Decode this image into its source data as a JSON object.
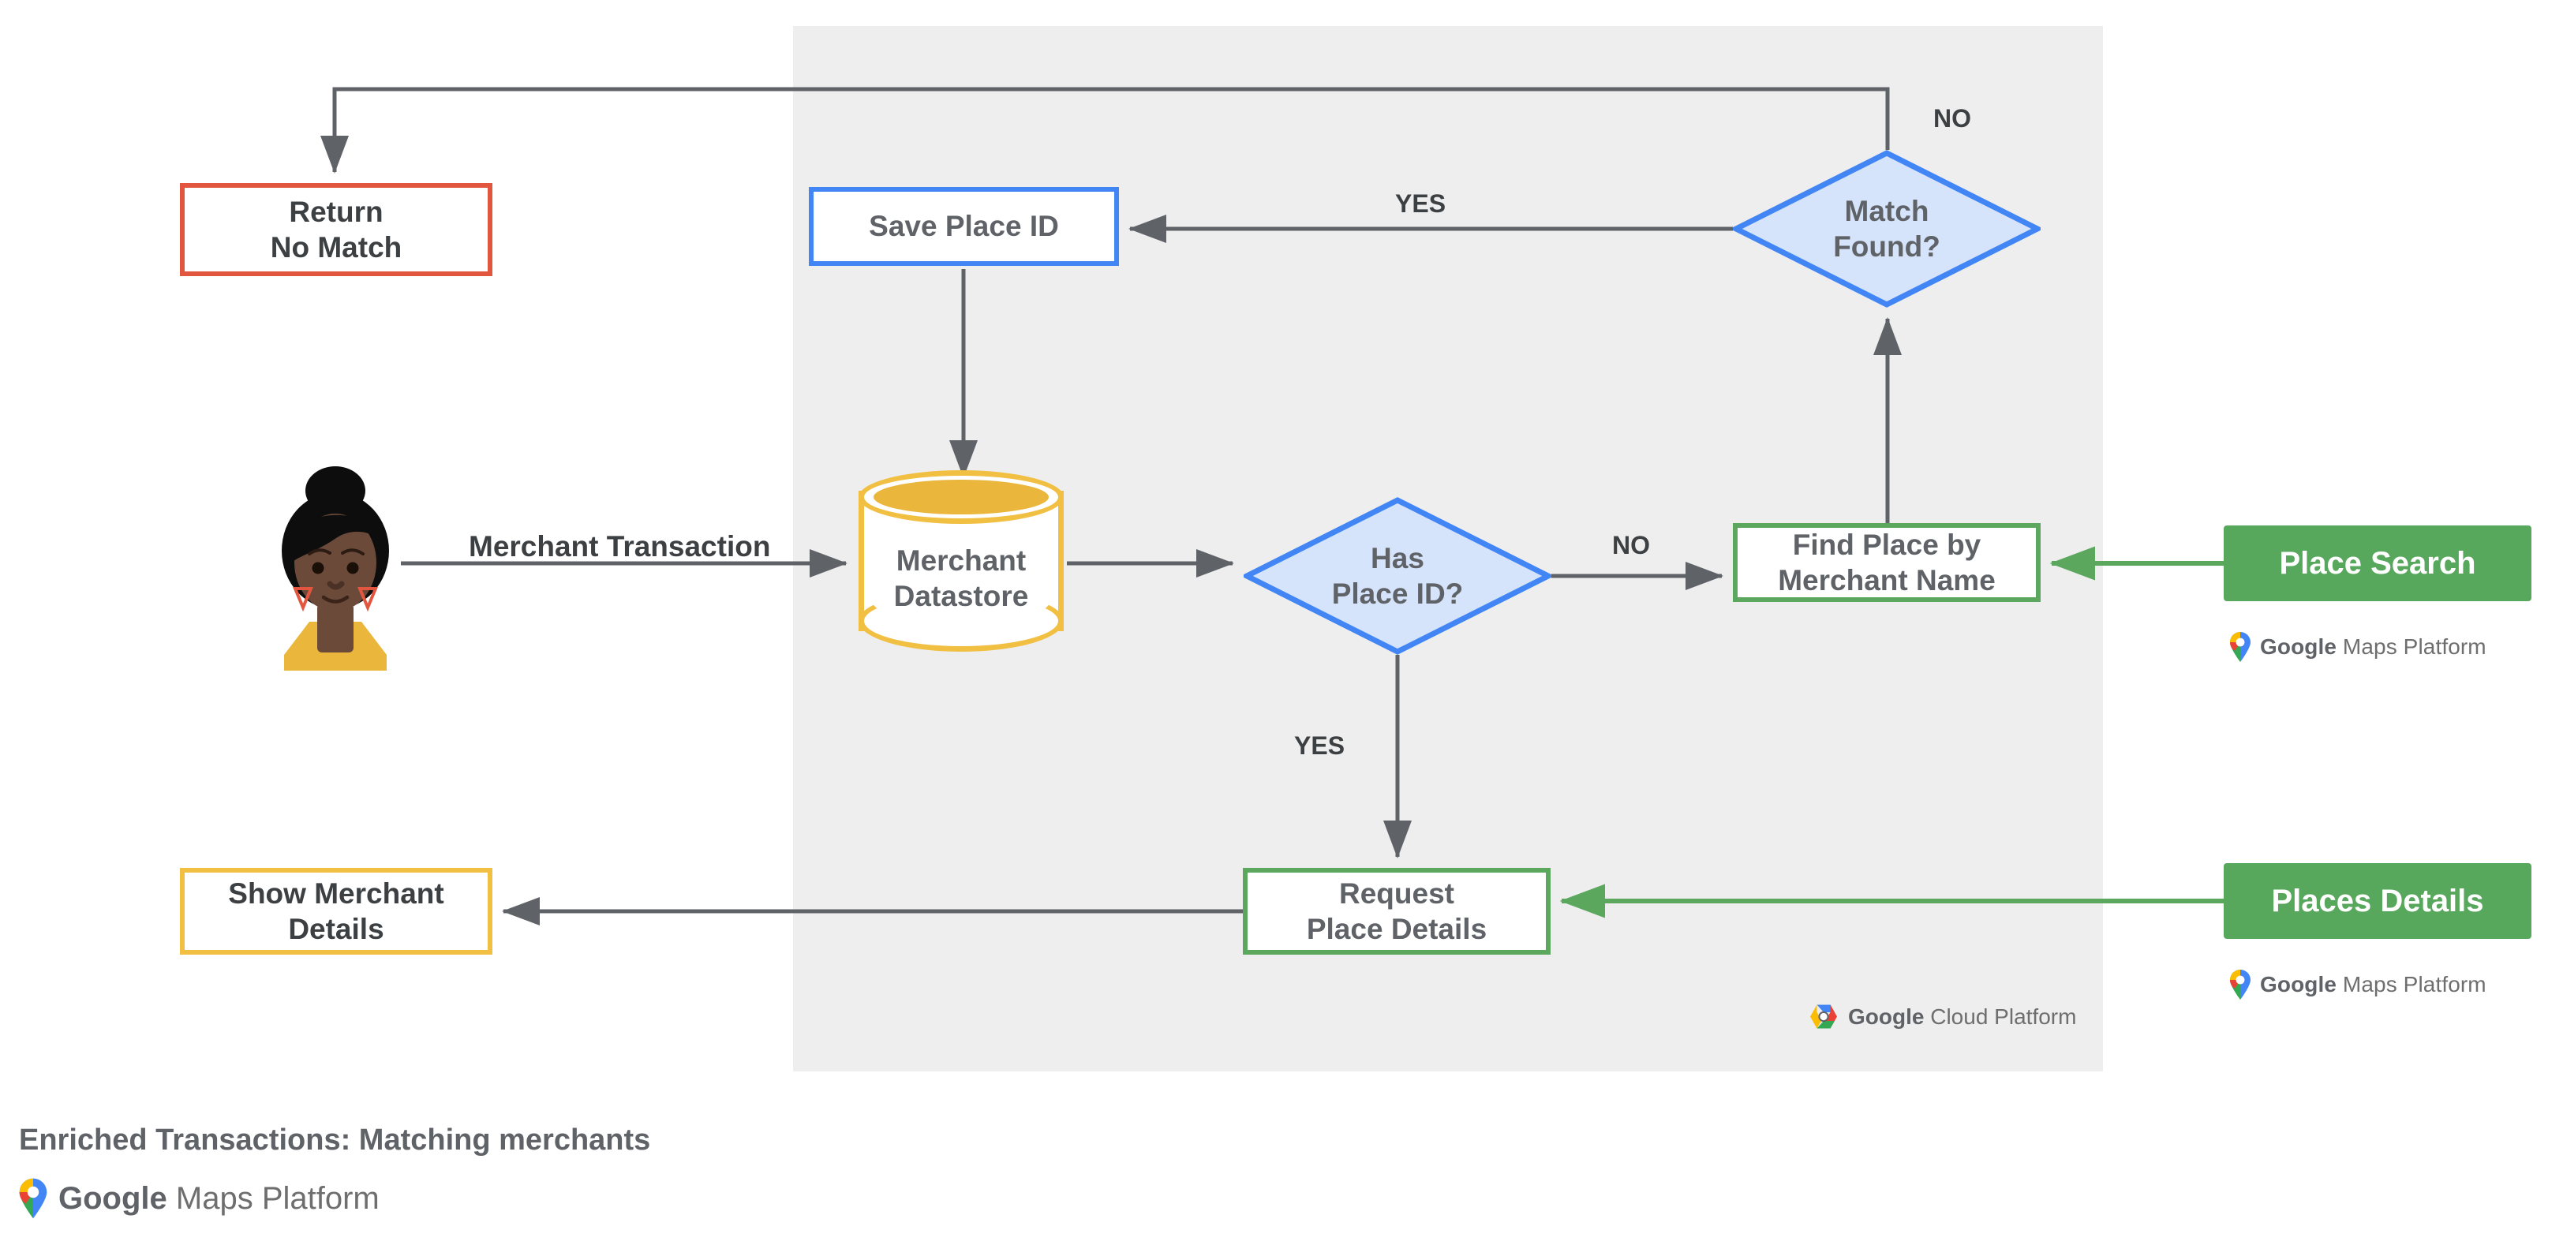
{
  "diagram": {
    "title": "Enriched Transactions: Matching merchants",
    "panel_fill": "#eeeeee",
    "edge_color": "#5f6368",
    "nodes": {
      "return_no_match": {
        "label": "Return\nNo Match",
        "shape": "rect",
        "color": "#e2563f"
      },
      "save_place_id": {
        "label": "Save Place ID",
        "shape": "rect",
        "color": "#4285f4"
      },
      "match_found": {
        "label": "Match\nFound?",
        "shape": "diamond",
        "color": "#4285f4",
        "fill": "#d6e4fb"
      },
      "merchant_datastore": {
        "label": "Merchant\nDatastore",
        "shape": "cylinder",
        "color": "#f1bf42"
      },
      "has_place_id": {
        "label": "Has\nPlace ID?",
        "shape": "diamond",
        "color": "#4285f4",
        "fill": "#d6e4fb"
      },
      "find_place_by_merchant_name": {
        "label": "Find Place by\nMerchant Name",
        "shape": "rect",
        "color": "#5ba75d"
      },
      "request_place_details": {
        "label": "Request\nPlace Details",
        "shape": "rect",
        "color": "#5ba75d"
      },
      "show_merchant_details": {
        "label": "Show Merchant\nDetails",
        "shape": "rect",
        "color": "#f1bf42"
      }
    },
    "edge_labels": {
      "merchant_transaction": "Merchant Transaction",
      "yes_match_found": "YES",
      "no_match_found": "NO",
      "no_has_place_id": "NO",
      "yes_has_place_id": "YES"
    },
    "api_chips": [
      {
        "label": "Place Search",
        "color": "#57a75c"
      },
      {
        "label": "Places Details",
        "color": "#57a75c"
      }
    ],
    "badges": {
      "maps_platform_brand": "Google",
      "maps_platform_product": " Maps Platform",
      "cloud_brand": "Google",
      "cloud_product": " Cloud Platform"
    },
    "footer": {
      "title": "Enriched Transactions: Matching merchants",
      "brand": "Google",
      "product": " Maps Platform"
    },
    "avatar": {
      "name": "user-avatar",
      "skin": "#6b4a3a",
      "hair": "#0d0d0d",
      "shirt": "#eab63c",
      "earring": "#e2563f"
    }
  }
}
